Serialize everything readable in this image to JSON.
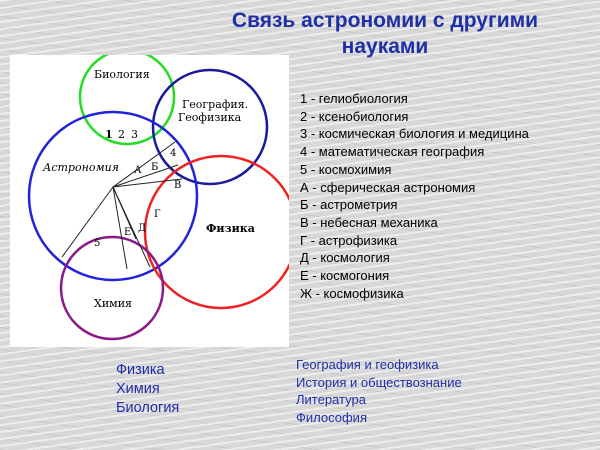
{
  "title_line1": "Связь астрономии с другими",
  "title_line2": "науками",
  "diagram": {
    "labels": {
      "biology": "Биология",
      "geography_line1": "География.",
      "geography_line2": "Геофизика",
      "astronomy": "Астрономия",
      "physics": "Физика",
      "chemistry": "Химия"
    },
    "marks": {
      "n1": "1",
      "n2": "2",
      "n3": "3",
      "n4": "4",
      "n5": "5",
      "a": "А",
      "b": "Б",
      "v": "В",
      "g": "Г",
      "d": "Д",
      "e": "Е"
    },
    "colors": {
      "biology": "#22dd22",
      "geography": "#1a1a9a",
      "astronomy": "#2222dd",
      "physics": "#ee2222",
      "chemistry": "#8a1a8a"
    }
  },
  "legend": [
    "1 - гелиобиология",
    "2 - ксенобиология",
    "3 - космическая биология и медицина",
    "4 - математическая география",
    "5 - космохимия",
    "А - сферическая астрономия",
    "Б - астрометрия",
    "В - небесная механика",
    "Г - астрофизика",
    "Д - космология",
    "Е - космогония",
    "Ж - космофизика"
  ],
  "left_list": [
    "Физика",
    "Химия",
    "Биология"
  ],
  "right_list": [
    "География и геофизика",
    "История и обществознание",
    "Литература",
    "Философия"
  ]
}
